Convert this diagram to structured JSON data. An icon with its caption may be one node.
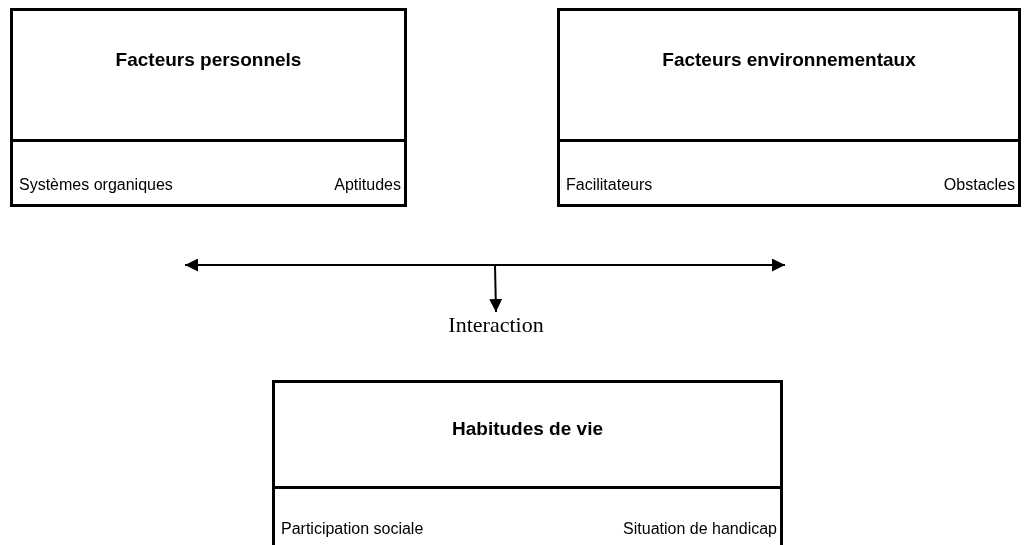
{
  "diagram": {
    "nodes": [
      {
        "text": [
          "Facteurs personnels",
          "Systèmes organiques",
          "Aptitudes"
        ]
      },
      {
        "text": [
          "Facteurs environnementaux",
          "Facilitateurs",
          "Obstacles"
        ]
      },
      {
        "text": [
          "Habitudes de vie",
          "Participation sociale",
          "Situation de handicap"
        ]
      },
      {
        "text": [
          "Interaction"
        ]
      }
    ],
    "edges": [
      {
        "from": null,
        "to": 3,
        "arrow": "to"
      }
    ]
  }
}
